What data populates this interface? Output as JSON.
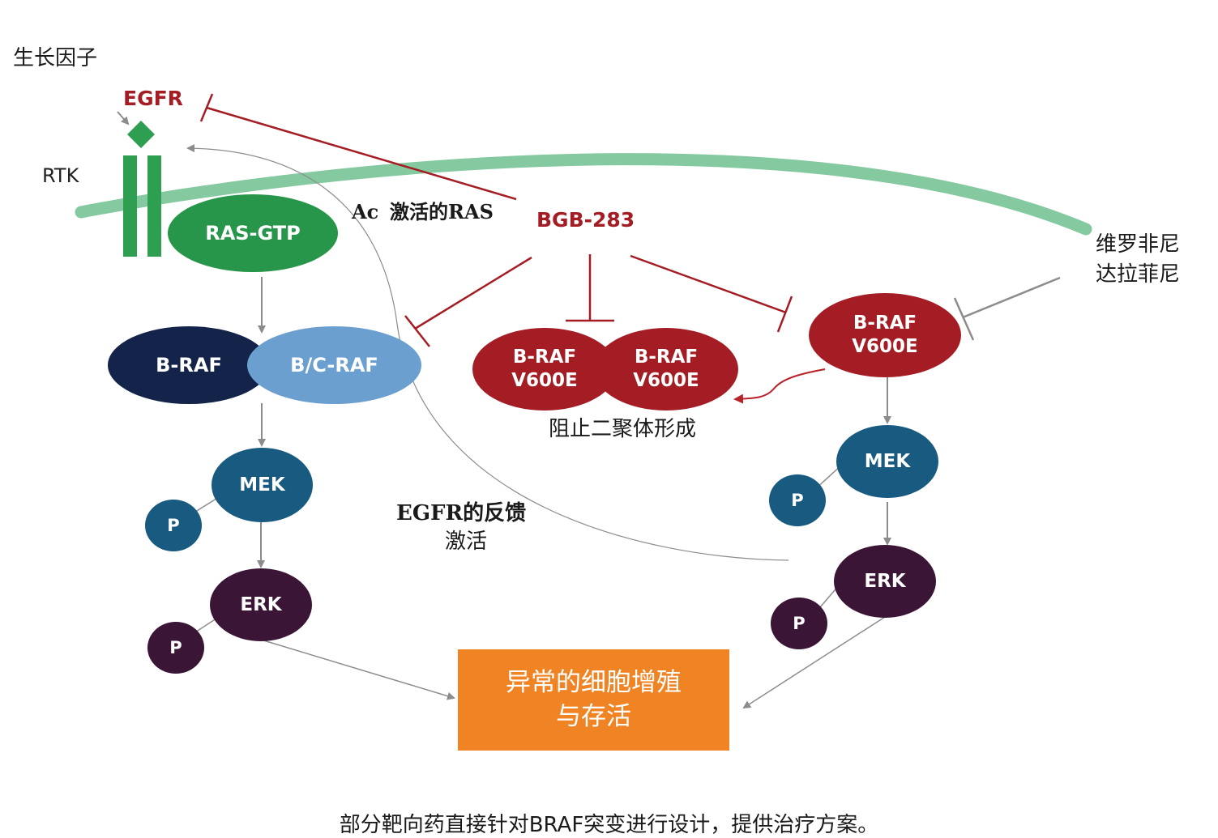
{
  "labels": {
    "growth_factor": "生长因子",
    "egfr": "EGFR",
    "rtk": "RTK",
    "activated_ras_prefix": "Ac",
    "activated_ras": "激活的RAS",
    "bgb283": "BGB-283",
    "vemurafenib": "维罗非尼",
    "dabrafenib": "达拉菲尼",
    "block_dimer": "阻止二聚体形成",
    "egfr_feedback_1": "EGFR的反馈",
    "egfr_feedback_2": "激活"
  },
  "nodes": {
    "ras_gtp": "RAS-GTP",
    "braf_left": "B-RAF",
    "bc_raf": "B/C-RAF",
    "dimer_a_1": "B-RAF",
    "dimer_a_2": "V600E",
    "dimer_b_1": "B-RAF",
    "dimer_b_2": "V600E",
    "braf_v600e_1": "B-RAF",
    "braf_v600e_2": "V600E",
    "mek_left": "MEK",
    "erk_left": "ERK",
    "mek_right": "MEK",
    "erk_right": "ERK",
    "p": "P"
  },
  "outcome": {
    "line1": "异常的细胞增殖",
    "line2": "与存活"
  },
  "caption": "部分靶向药直接针对BRAF突变进行设计，提供治疗方案。",
  "colors": {
    "inhibitor_red": "#a51d24",
    "membrane_green": "#84c9a0",
    "receptor_green": "#2e9e50",
    "ras_green": "#28964a",
    "braf_navy": "#142349",
    "bc_raf_blue": "#6a9fcf",
    "mek_teal": "#185a80",
    "erk_plum": "#3b1535",
    "outcome_orange": "#f08424",
    "arrow_gray": "#8c8c8c"
  }
}
